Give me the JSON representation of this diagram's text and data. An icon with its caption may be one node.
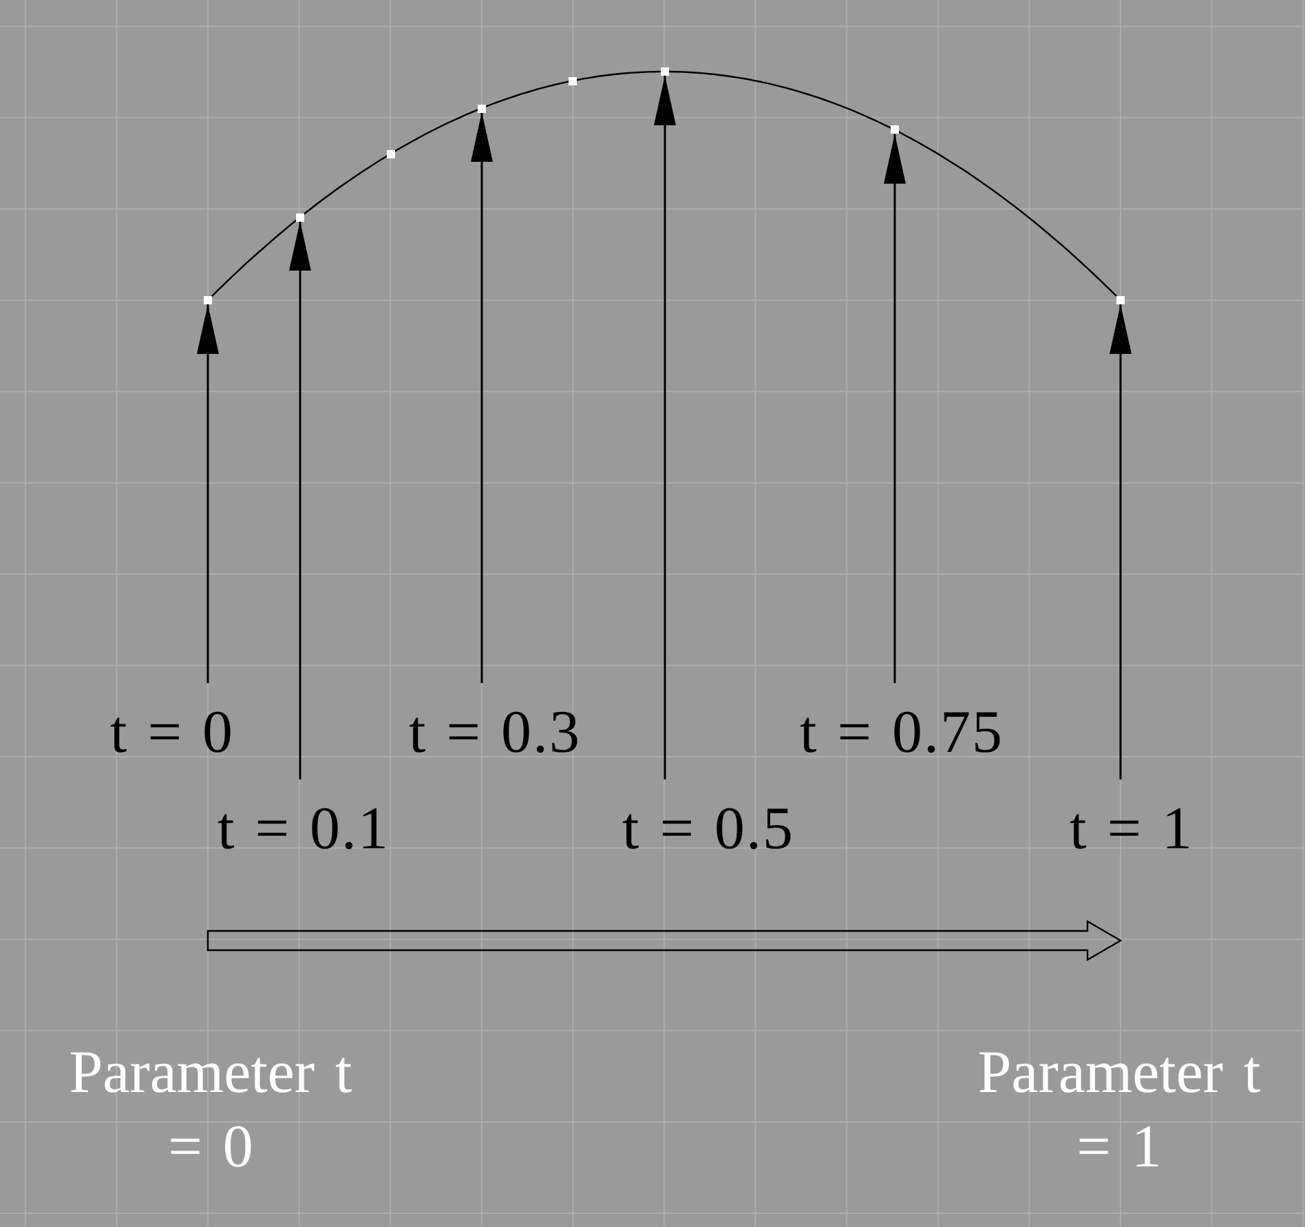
{
  "diagram": {
    "nodes": [
      {
        "text": [],
        "shape": "box"
      },
      {
        "text": [],
        "shape": "box"
      },
      {
        "text": [],
        "shape": "box"
      },
      {
        "text": [],
        "shape": "box"
      },
      {
        "text": [],
        "shape": "box"
      },
      {
        "text": [],
        "shape": "box"
      },
      {
        "text": [],
        "shape": "box"
      },
      {
        "text": [],
        "shape": "box"
      },
      {
        "text": [
          "t = 0"
        ]
      },
      {
        "text": [
          "t = 0.3"
        ]
      },
      {
        "text": [
          "t = 0.75"
        ]
      },
      {
        "text": [
          "t = 0.1"
        ]
      },
      {
        "text": [
          "t = 0.5"
        ]
      },
      {
        "text": [
          "t = 1"
        ]
      }
    ],
    "edges": [
      {
        "from": 8,
        "to": 0,
        "arrow": "to"
      },
      {
        "from": 11,
        "to": 1,
        "arrow": "to"
      },
      {
        "from": 9,
        "to": 3,
        "arrow": "to"
      },
      {
        "from": 12,
        "to": 5,
        "arrow": "to"
      },
      {
        "from": 10,
        "to": 6,
        "arrow": "to"
      },
      {
        "from": 13,
        "to": 7,
        "arrow": "to"
      }
    ],
    "labels": [
      "Parameter t = 0",
      "Parameter t = 1"
    ]
  }
}
